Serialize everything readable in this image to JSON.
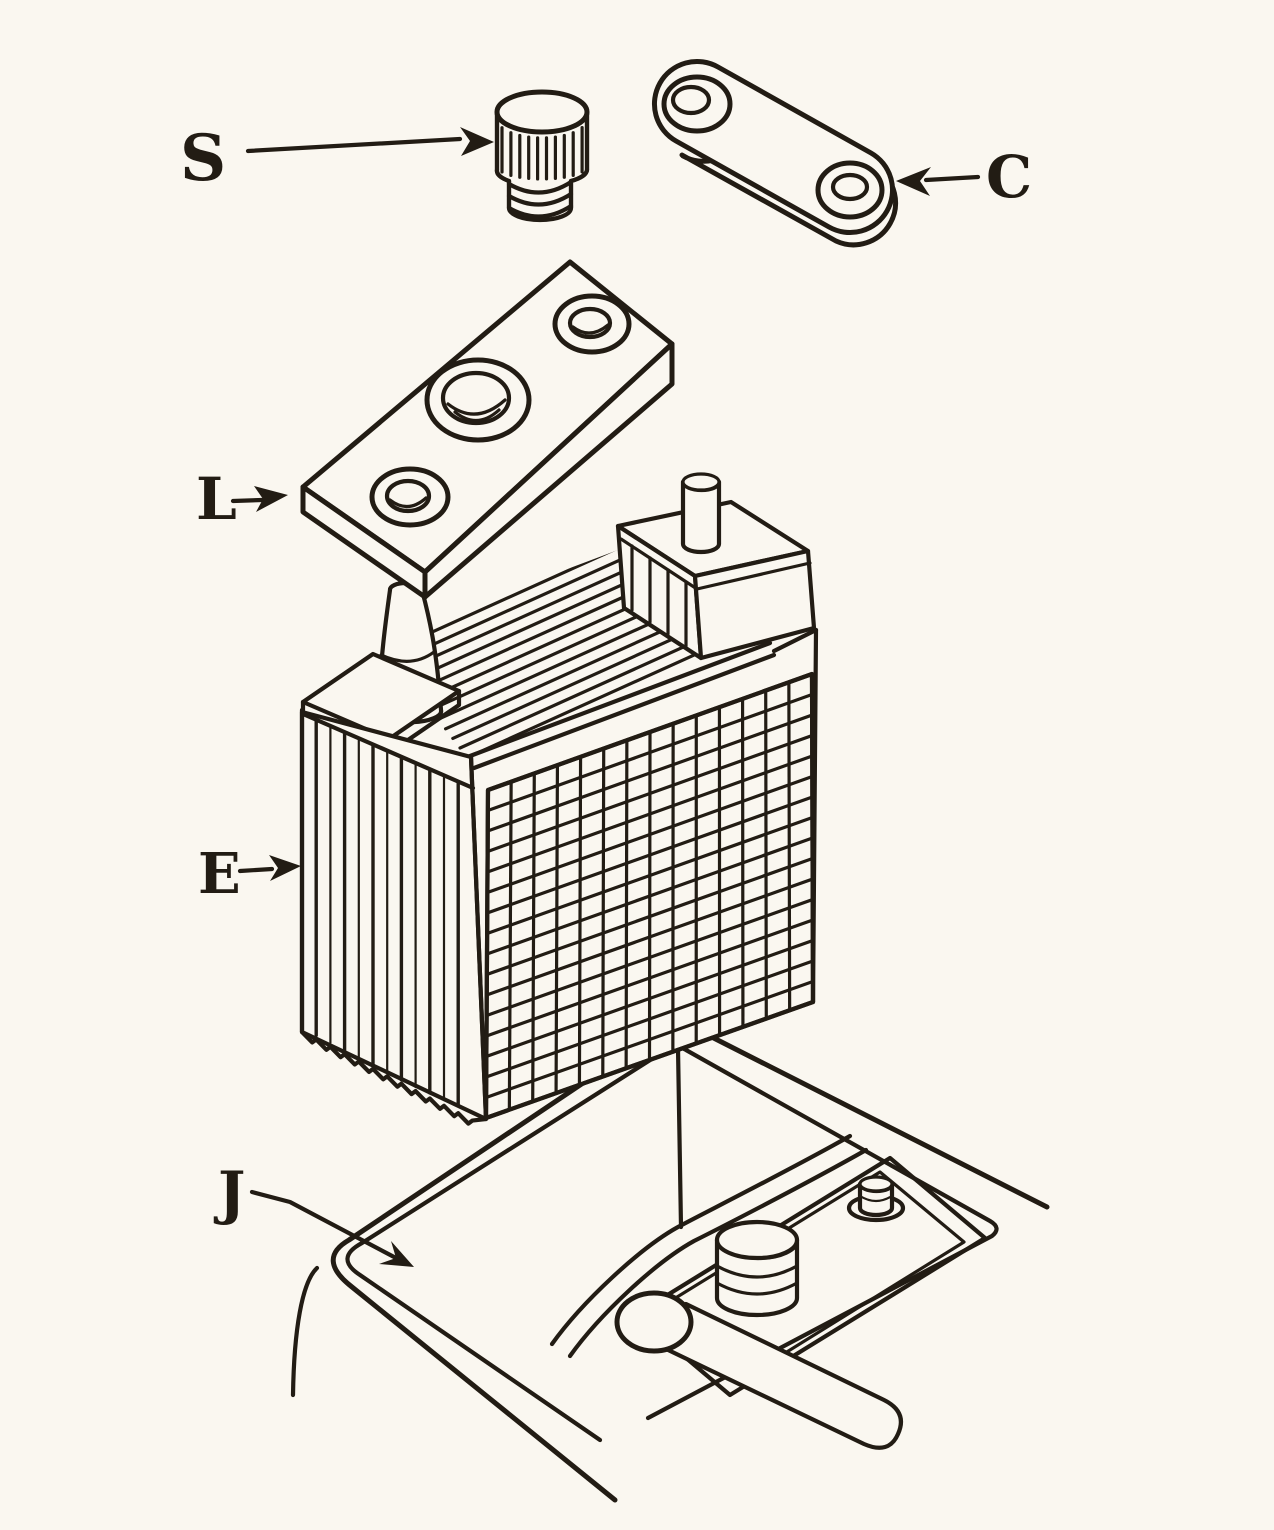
{
  "figure": {
    "type": "exploded-parts-line-drawing",
    "background_color": "#faf7f0",
    "ink_color": "#221c14",
    "labels": [
      {
        "id": "s",
        "text": "S"
      },
      {
        "id": "c",
        "text": "C"
      },
      {
        "id": "l",
        "text": "L"
      },
      {
        "id": "e",
        "text": "E"
      },
      {
        "id": "j",
        "text": "J"
      }
    ]
  }
}
